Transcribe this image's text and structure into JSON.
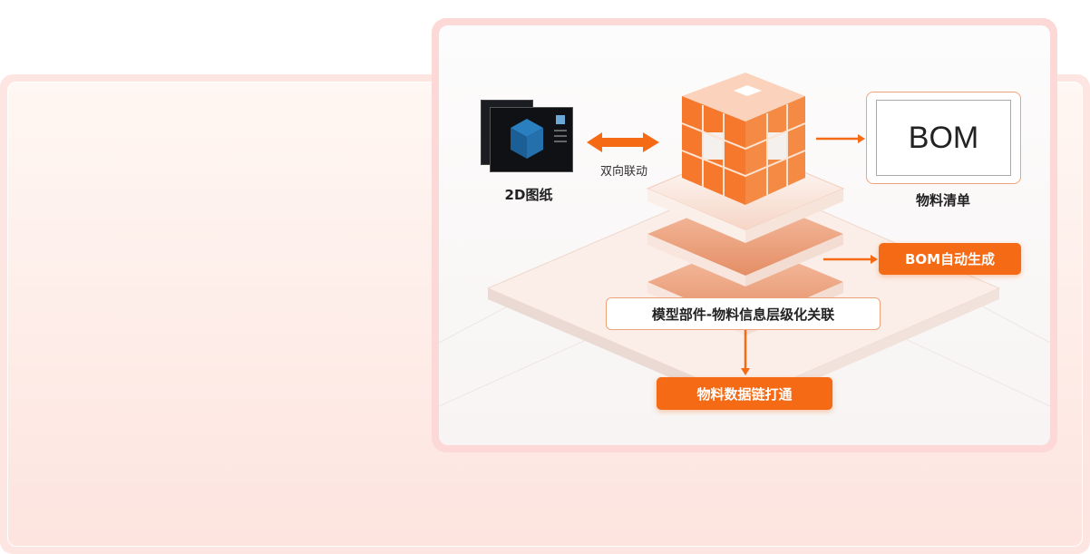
{
  "diagram": {
    "drawing_label": "2D图纸",
    "sync_label": "双向联动",
    "bom_doc_text": "BOM",
    "bom_label": "物料清单",
    "auto_bom_button": "BOM自动生成",
    "relation_box": "模型部件-物料信息层级化关联",
    "data_chain_button": "物料数据链打通"
  },
  "colors": {
    "accent": "#f46a15",
    "card_border": "#fcd9d6",
    "background": "#fde6e2"
  }
}
